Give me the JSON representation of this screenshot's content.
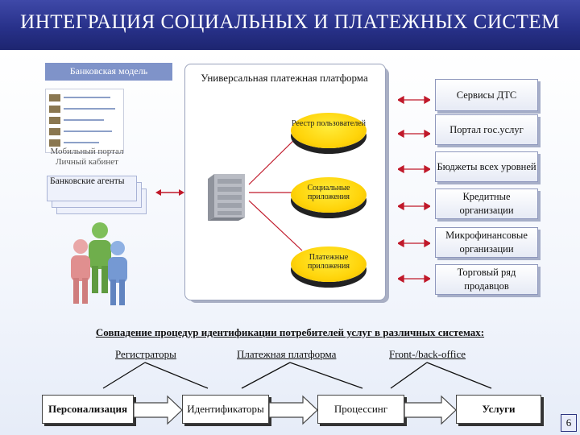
{
  "title": "ИНТЕГРАЦИЯ  СОЦИАЛЬНЫХ  И  ПЛАТЕЖНЫХ СИСТЕМ",
  "left": {
    "bank_model": "Банковская модель",
    "mobile_portal": "Мобильный портал",
    "personal_cabinet": "Личный кабинет",
    "bank_agents": "Банковские агенты"
  },
  "platform": {
    "title": "Универсальная платежная платформа",
    "registry": "Реестр пользователей",
    "social_apps": "Социальные приложения",
    "payment_apps": "Платежные приложения"
  },
  "services": [
    "Сервисы ДТС",
    "Портал гос.услуг",
    "Бюджеты всех уровней",
    "Кредитные организации",
    "Микрофинансовые организации",
    "Торговый ряд продавцов"
  ],
  "bottom": {
    "heading": "Совпадение процедур идентификации потребителей услуг в различных системах:",
    "labels": [
      "Регистраторы",
      "Платежная платформа",
      "Front-/back-office"
    ],
    "flow": [
      "Персонализация",
      "Идентификаторы",
      "Процессинг",
      "Услуги"
    ]
  },
  "page_number": "6",
  "colors": {
    "title_bar": "#28318a",
    "disc": "#ffd40a",
    "arrow": "#c0192a",
    "bank_model_bg": "#7f93c9"
  }
}
